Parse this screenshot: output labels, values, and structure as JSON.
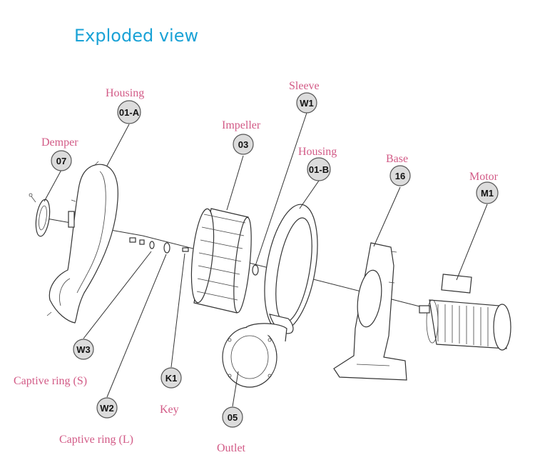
{
  "title": "Exploded view",
  "colors": {
    "title": "#1aa2d6",
    "label": "#d25a86",
    "badge_fill": "#dcdcdc"
  },
  "parts": {
    "housing_a": {
      "label": "Housing",
      "code": "01-A"
    },
    "damper": {
      "label": "Demper",
      "code": "07"
    },
    "impeller": {
      "label": "Impeller",
      "code": "03"
    },
    "sleeve": {
      "label": "Sleeve",
      "code": "W1"
    },
    "housing_b": {
      "label": "Housing",
      "code": "01-B"
    },
    "base": {
      "label": "Base",
      "code": "16"
    },
    "motor": {
      "label": "Motor",
      "code": "M1"
    },
    "captive_ring_s": {
      "label": "Captive ring (S)",
      "code": "W3"
    },
    "key": {
      "label": "Key",
      "code": "K1"
    },
    "captive_ring_l": {
      "label": "Captive ring (L)",
      "code": "W2"
    },
    "outlet": {
      "label": "Outlet",
      "code": "05"
    }
  }
}
